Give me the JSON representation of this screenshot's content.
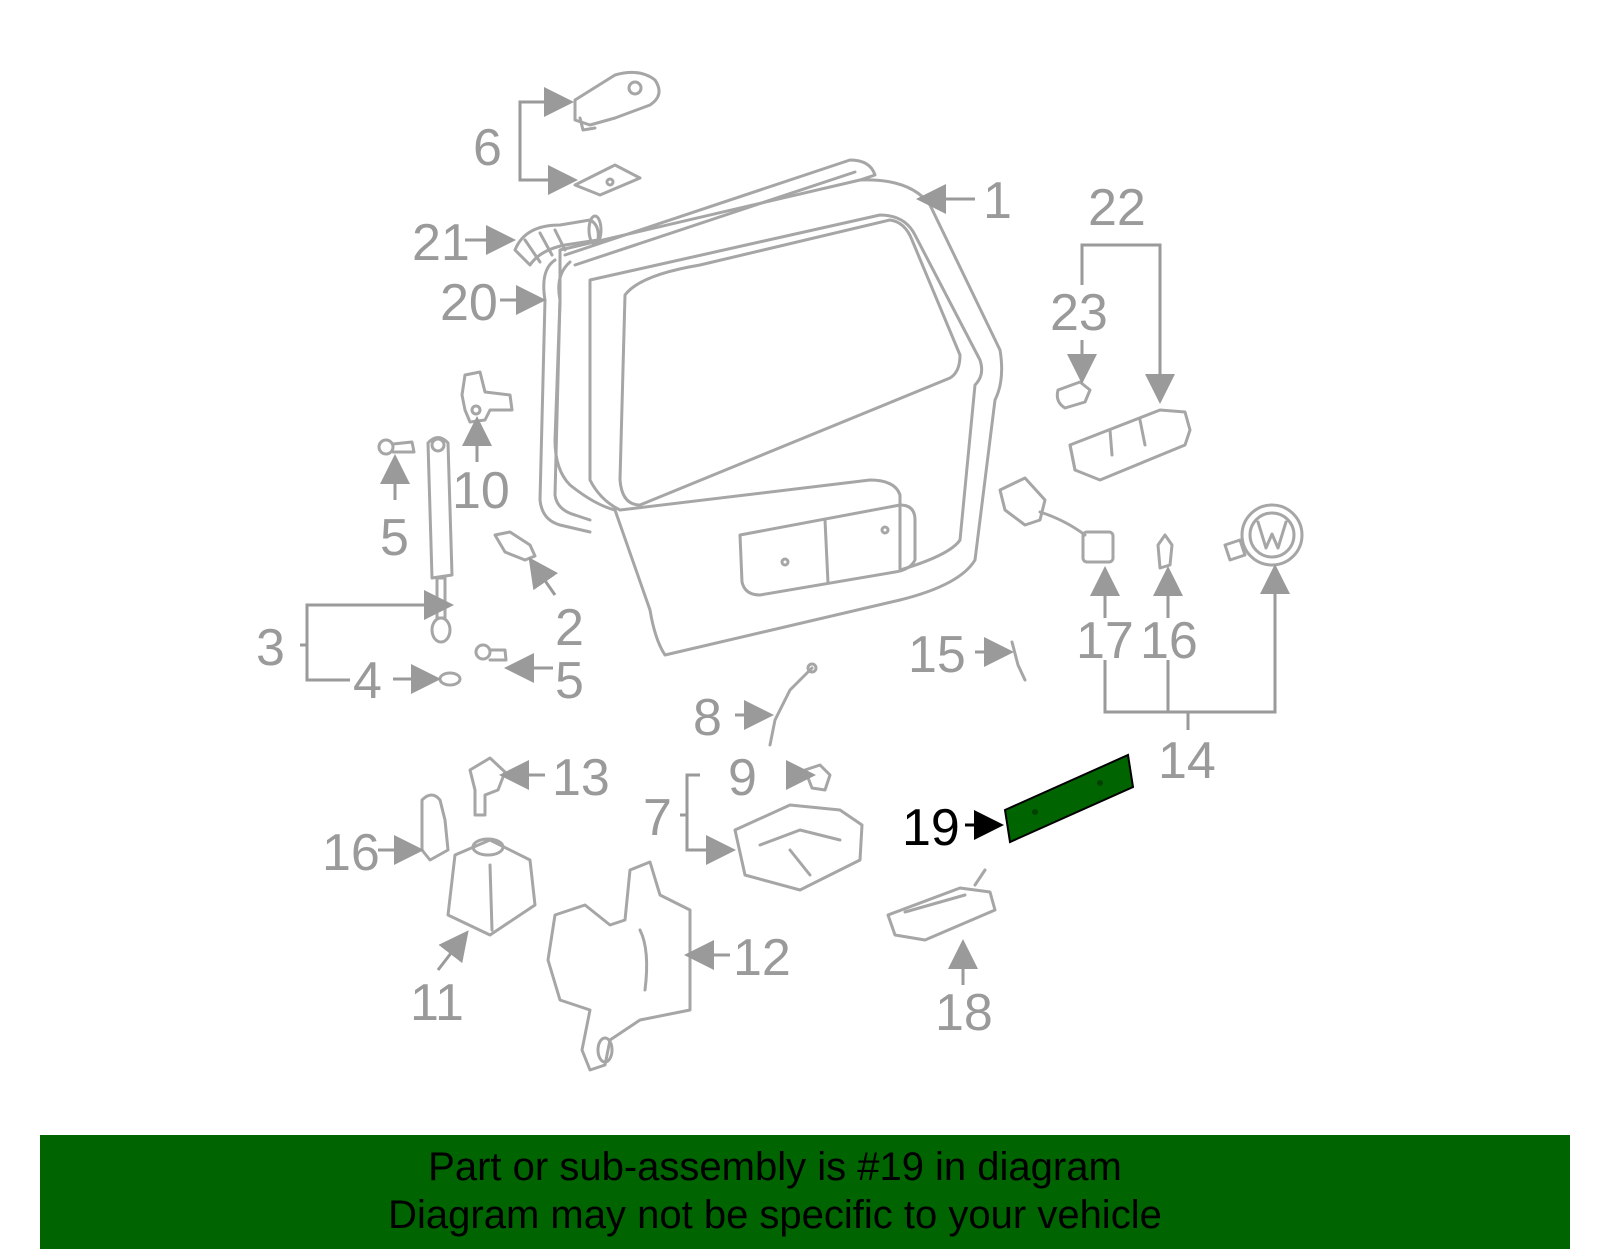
{
  "diagram": {
    "highlight_color": "#006400",
    "highlighted_part": "19",
    "callouts": [
      "1",
      "2",
      "3",
      "4",
      "5",
      "5",
      "6",
      "7",
      "8",
      "9",
      "10",
      "11",
      "12",
      "13",
      "14",
      "15",
      "16",
      "16",
      "17",
      "18",
      "19",
      "20",
      "21",
      "22",
      "23"
    ]
  },
  "banner": {
    "line1": "Part or sub-assembly is #19 in diagram",
    "line2": "Diagram may not be specific to your vehicle"
  }
}
